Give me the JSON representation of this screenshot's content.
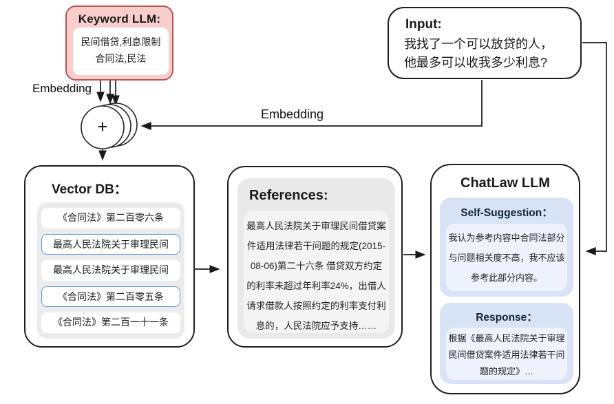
{
  "keyword_llm": {
    "title": "Keyword LLM:",
    "keywords_line1": "民间借贷,利息限制",
    "keywords_line2": "合同法,民法"
  },
  "input": {
    "title": "Input:",
    "line1": "我找了一个可以放贷的人，",
    "line2": "他最多可以收我多少利息?"
  },
  "embedding": {
    "left_label": "Embedding",
    "mid_label": "Embedding",
    "plus": "+"
  },
  "vector_db": {
    "title": "Vector DB：",
    "items": [
      {
        "label": "《合同法》第二百零六条",
        "highlighted": false
      },
      {
        "label": "最高人民法院关于审理民间",
        "highlighted": true
      },
      {
        "label": "最高人民法院关于审理民间",
        "highlighted": false
      },
      {
        "label": "《合同法》第二百零五条",
        "highlighted": true
      },
      {
        "label": "《合同法》第二百一十一条",
        "highlighted": false
      }
    ]
  },
  "references": {
    "title": "References:",
    "lines": [
      "最高人民法院关于审理民间借贷案",
      "件适用法律若干问题的规定(2015-",
      "08-06)第二十六条 借贷双方约定",
      "的利率未超过年利率24%，出借人",
      "请求借款人按照约定的利率支付利",
      "息的，人民法院应予支持……"
    ]
  },
  "chatlaw": {
    "title": "ChatLaw LLM",
    "self_suggestion": {
      "title": "Self-Suggestion：",
      "lines": [
        "我认为参考内容中合同法部分",
        "与问题相关度不高，我不应该",
        "参考此部分内容。"
      ]
    },
    "response": {
      "title": "Response：",
      "lines": [
        "根据《最高人民法院关于审理",
        "民间借贷案件适用法律若干问",
        "题的规定》…"
      ]
    }
  },
  "colors": {
    "keyword_fill": "#f8cecc",
    "keyword_stroke": "#b85450",
    "highlight_item_stroke": "#5b9bd5",
    "gray_panel": "#ececec",
    "blue_panel": "#d8e3f6",
    "blue_panel_inner": "#edf2fc",
    "wire": "#1a1a1a"
  }
}
